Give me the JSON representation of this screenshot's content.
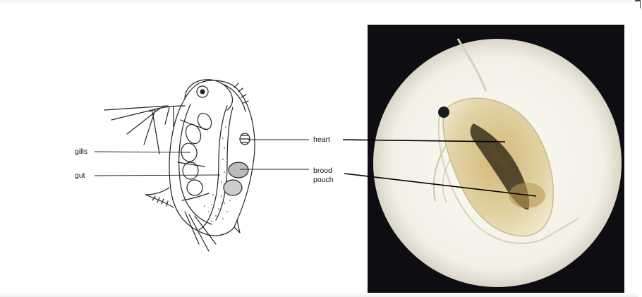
{
  "diagram": {
    "labels": {
      "gills": "gills",
      "gut": "gut",
      "heart": "heart",
      "brood_line1": "brood",
      "brood_line2": "pouch"
    },
    "colors": {
      "ink": "#222222",
      "photo_background": "#0e0e12",
      "microscope_field": "#f7f5ec",
      "body_tint": "#d8c48e",
      "gut_tint": "#3a2f1c"
    }
  }
}
